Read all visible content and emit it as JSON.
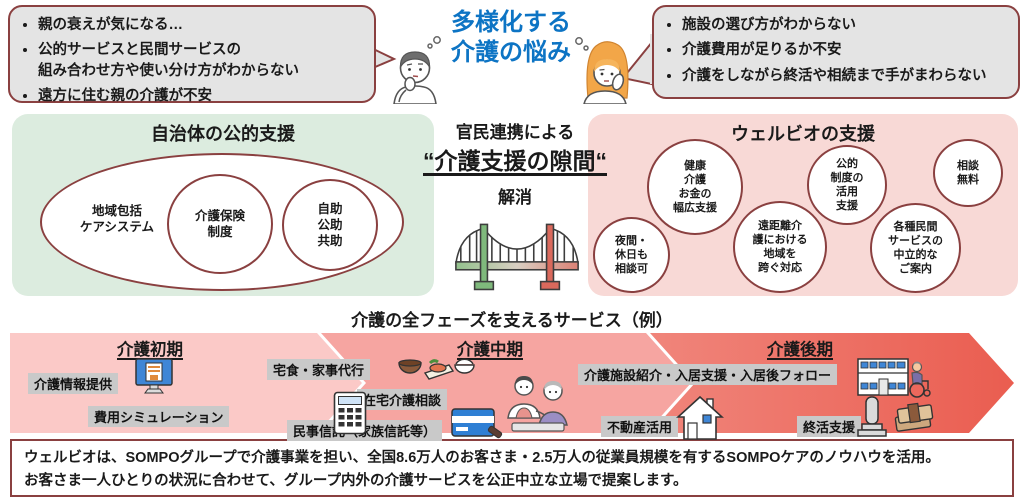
{
  "top": {
    "title": "多様化する\n介護の悩み",
    "title_color": "#0d74c4",
    "left_bubble": [
      "親の衰えが気になる…",
      "公的サービスと民間サービスの\n組み合わせ方や使い分け方がわからない",
      "遠方に住む親の介護が不安"
    ],
    "right_bubble": [
      "施設の選び方がわからない",
      "介護費用が足りるか不安",
      "介護をしながら終活や相続まで手がまわらない"
    ]
  },
  "public": {
    "title": "自治体の公的支援",
    "outer": "地域包括\nケアシステム",
    "c1": "介護保険\n制度",
    "c2": "自助\n公助\n共助"
  },
  "center": {
    "l1": "官民連携による",
    "l2": "“介護支援の隙間“",
    "l3": "解消"
  },
  "wellbio": {
    "title": "ウェルビオの支援",
    "circles": [
      "健康\n介護\nお金の\n幅広支援",
      "夜間・\n休日も\n相談可",
      "遠距離介\n護における\n地域を\n跨ぐ対応",
      "公的\n制度の\n活用\n支援",
      "各種民間\nサービスの\n中立的な\nご案内",
      "相談\n無料"
    ]
  },
  "phases": {
    "title": "介護の全フェーズを支えるサービス（例）",
    "early": {
      "label": "介護初期",
      "svc": [
        "介護情報提供",
        "費用シミュレーション"
      ]
    },
    "mid": {
      "label": "介護中期",
      "svc": [
        "宅食・家事代行",
        "在宅介護相談",
        "民事信託（家族信託等）"
      ]
    },
    "late": {
      "label": "介護後期",
      "svc": [
        "介護施設紹介・入居支援・入居後フォロー",
        "不動産活用",
        "終活支援"
      ]
    }
  },
  "footer": {
    "line1": "ウェルビオは、SOMPOグループで介護事業を担い、全国8.6万人のお客さま・2.5万人の従業員規模を有するSOMPOケアのノウハウを活用。",
    "line2": "お客さま一人ひとりの状況に合わせて、グループ内外の介護サービスを公正中立な立場で提案します。"
  },
  "icons": {
    "man": "worried-man-icon",
    "woman": "worried-woman-icon",
    "bridge": "suspension-bridge-icon",
    "monitor": "monitor-icon",
    "calculator": "calculator-icon",
    "meal": "meal-tray-icon",
    "card": "credit-card-icon",
    "caregivers": "caregiver-elderly-icon",
    "building": "care-facility-icon",
    "wheelchair": "wheelchair-icon",
    "house": "house-icon",
    "grave": "grave-icon",
    "money": "money-icon"
  },
  "colors": {
    "maroon": "#8a4040",
    "blue": "#0d74c4",
    "green_bg": "#dcecdf",
    "pink_bg": "#f8d9d6",
    "seg_early": "#fbc9c7",
    "seg_mid": "#f6a5a1",
    "seg_late": "#ee7467",
    "label_bg": "#c9c9c9",
    "bubble_bg": "#e4e4e4"
  }
}
